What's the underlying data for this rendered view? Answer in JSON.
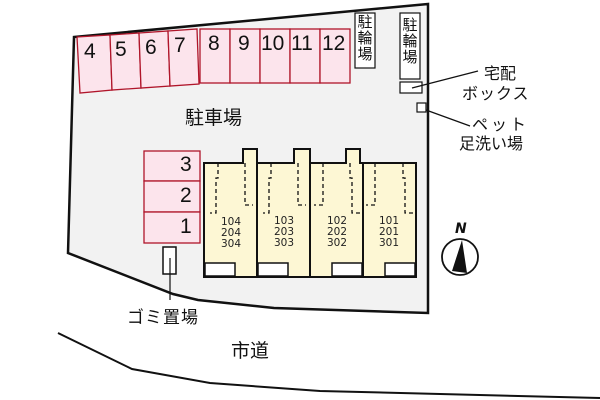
{
  "map": {
    "parking_label": "駐車場",
    "road_label": "市道",
    "garbage_label": "ゴミ置場",
    "delivery_box_label_1": "宅配",
    "delivery_box_label_2": "ボックス",
    "pet_wash_label_1": "ペット",
    "pet_wash_label_2": "足洗い場",
    "bicycle_parking_1": [
      "駐",
      "輪",
      "場"
    ],
    "bicycle_parking_2": [
      "駐",
      "輪",
      "場"
    ],
    "compass_label": "N",
    "top_spaces": [
      "4",
      "5",
      "6",
      "7",
      "8",
      "9",
      "10",
      "11",
      "12"
    ],
    "left_spaces": [
      "3",
      "2",
      "1"
    ],
    "units": [
      {
        "rooms": [
          "104",
          "204",
          "304"
        ]
      },
      {
        "rooms": [
          "103",
          "203",
          "303"
        ]
      },
      {
        "rooms": [
          "102",
          "202",
          "302"
        ]
      },
      {
        "rooms": [
          "101",
          "201",
          "301"
        ]
      }
    ]
  },
  "colors": {
    "lot_fill": "#f2f2f2",
    "space_fill": "#fce4ec",
    "space_border": "#b0152a",
    "building_fill": "#fdf7d4",
    "line": "#111111"
  }
}
